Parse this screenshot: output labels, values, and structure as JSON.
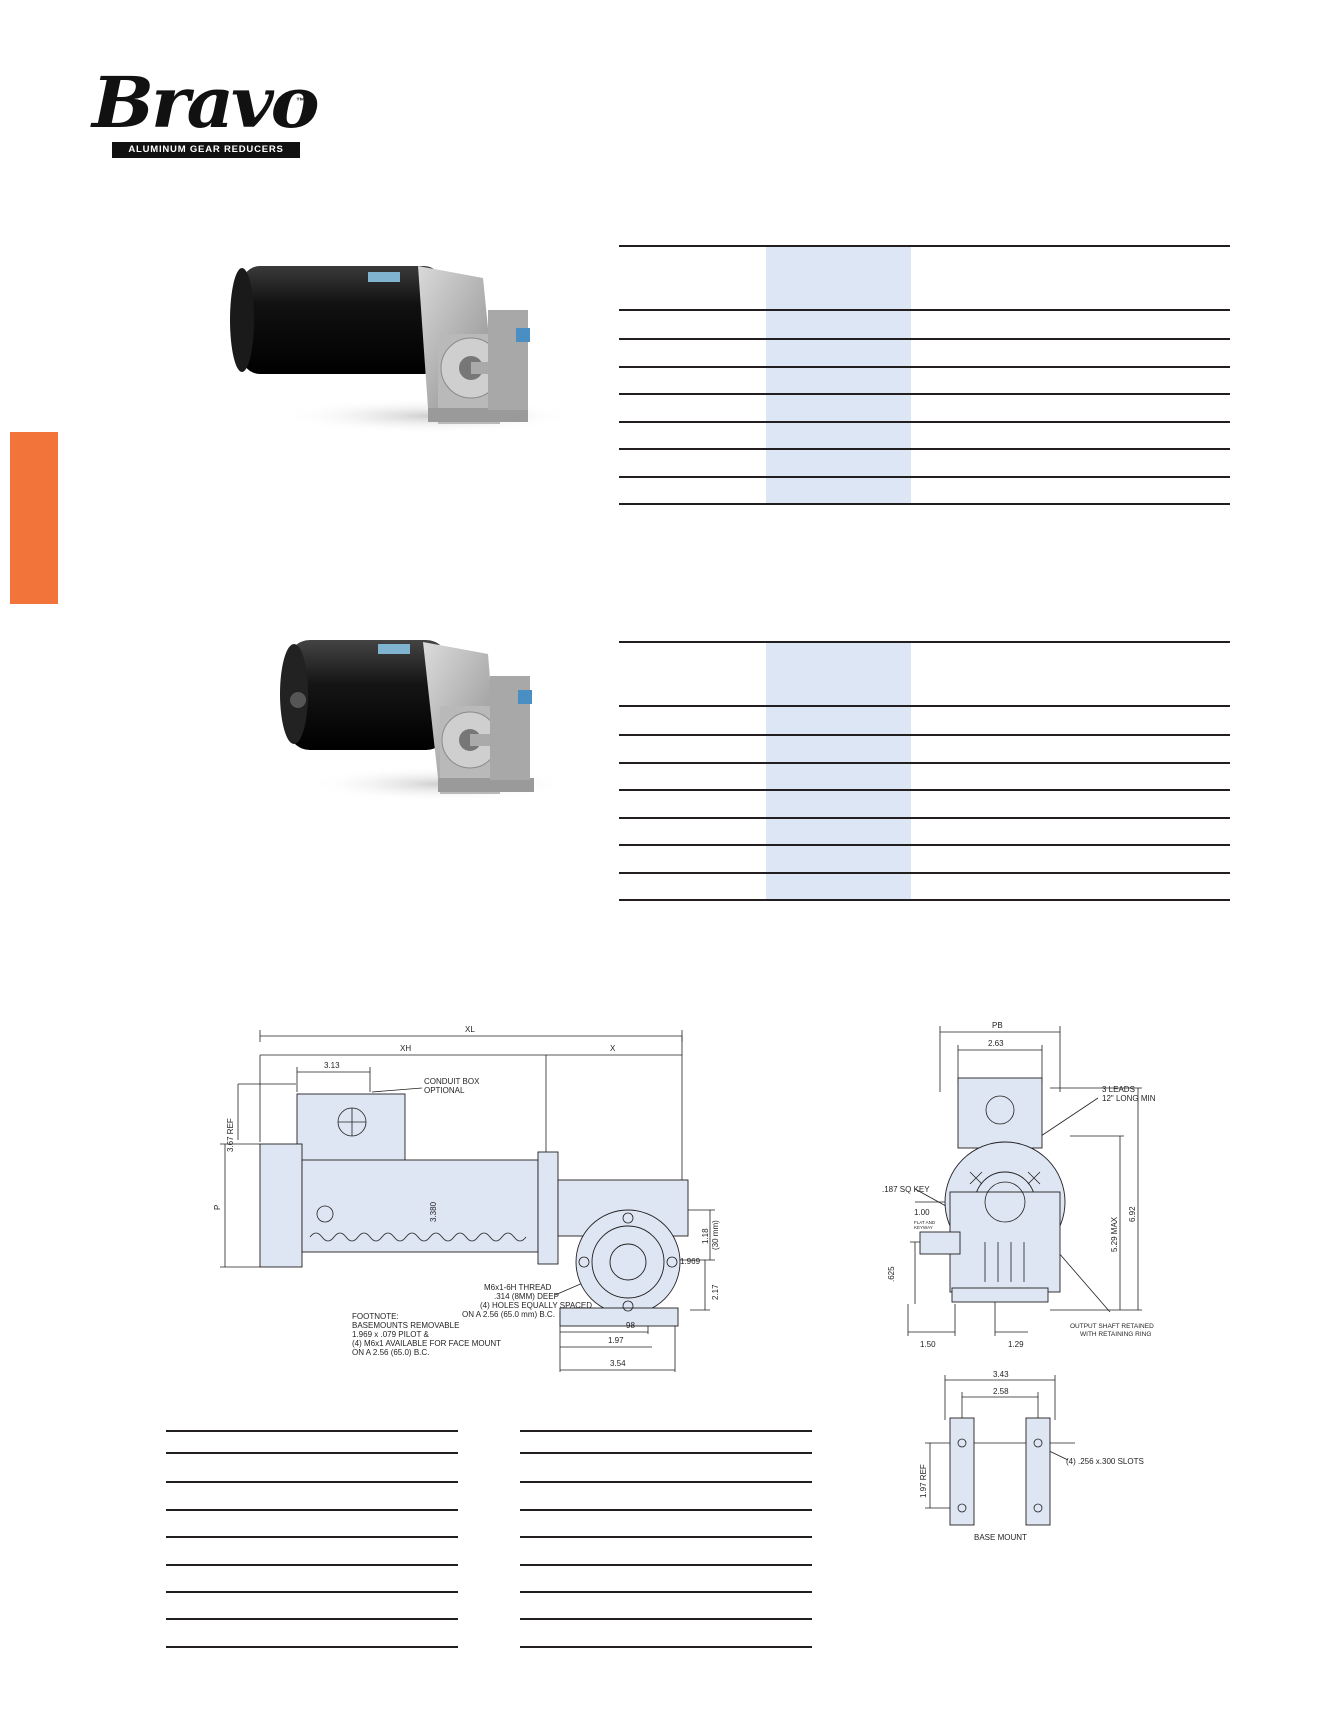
{
  "logo": {
    "brand": "Bravo",
    "trademark": "™",
    "tagline": "ALUMINUM GEAR REDUCERS"
  },
  "colors": {
    "accent_tab": "#f2743a",
    "table_shade": "#dce6f4",
    "drawing_fill": "#dde6f2",
    "ink": "#231f20"
  },
  "drawing_front": {
    "xl": "XL",
    "xh": "XH",
    "x": "X",
    "d313": "3.13",
    "ref367": "3.67 REF",
    "p": "P",
    "d3380": "3.380",
    "conduit": [
      "CONDUIT BOX",
      "OPTIONAL"
    ],
    "d118": [
      "1.18",
      "(30 mm)"
    ],
    "d1969": "1.969",
    "d217": "2.17",
    "thread": [
      "M6x1-6H THREAD",
      ".314 (8MM) DEEP",
      "(4) HOLES EQUALLY SPACED",
      "ON A 2.56 (65.0 mm) B.C."
    ],
    "footnote": [
      "FOOTNOTE:",
      "BASEMOUNTS REMOVABLE",
      "1.969 x .079 PILOT &",
      "(4) M6x1 AVAILABLE FOR FACE MOUNT",
      "ON A 2.56 (65.0) B.C."
    ],
    "d98": "98",
    "d197": "1.97",
    "d354": "3.54"
  },
  "drawing_side": {
    "pb": "PB",
    "d263": "2.63",
    "leads": [
      "3 LEADS",
      "12\" LONG MIN"
    ],
    "key": ".187 SQ KEY",
    "d100": "1.00",
    "keyway": [
      "FLAT AND",
      "KEYWAY"
    ],
    "d529": "5.29 MAX",
    "d692": "6.92",
    "d625": ".625",
    "d150": "1.50",
    "d129": "1.29",
    "retained": [
      "OUTPUT SHAFT RETAINED",
      "WITH RETAINING RING"
    ]
  },
  "drawing_base": {
    "d343": "3.43",
    "d258": "2.58",
    "slots": "(4) .256 x.300 SLOTS",
    "ref197": "1.97 REF",
    "caption": "BASE MOUNT"
  }
}
